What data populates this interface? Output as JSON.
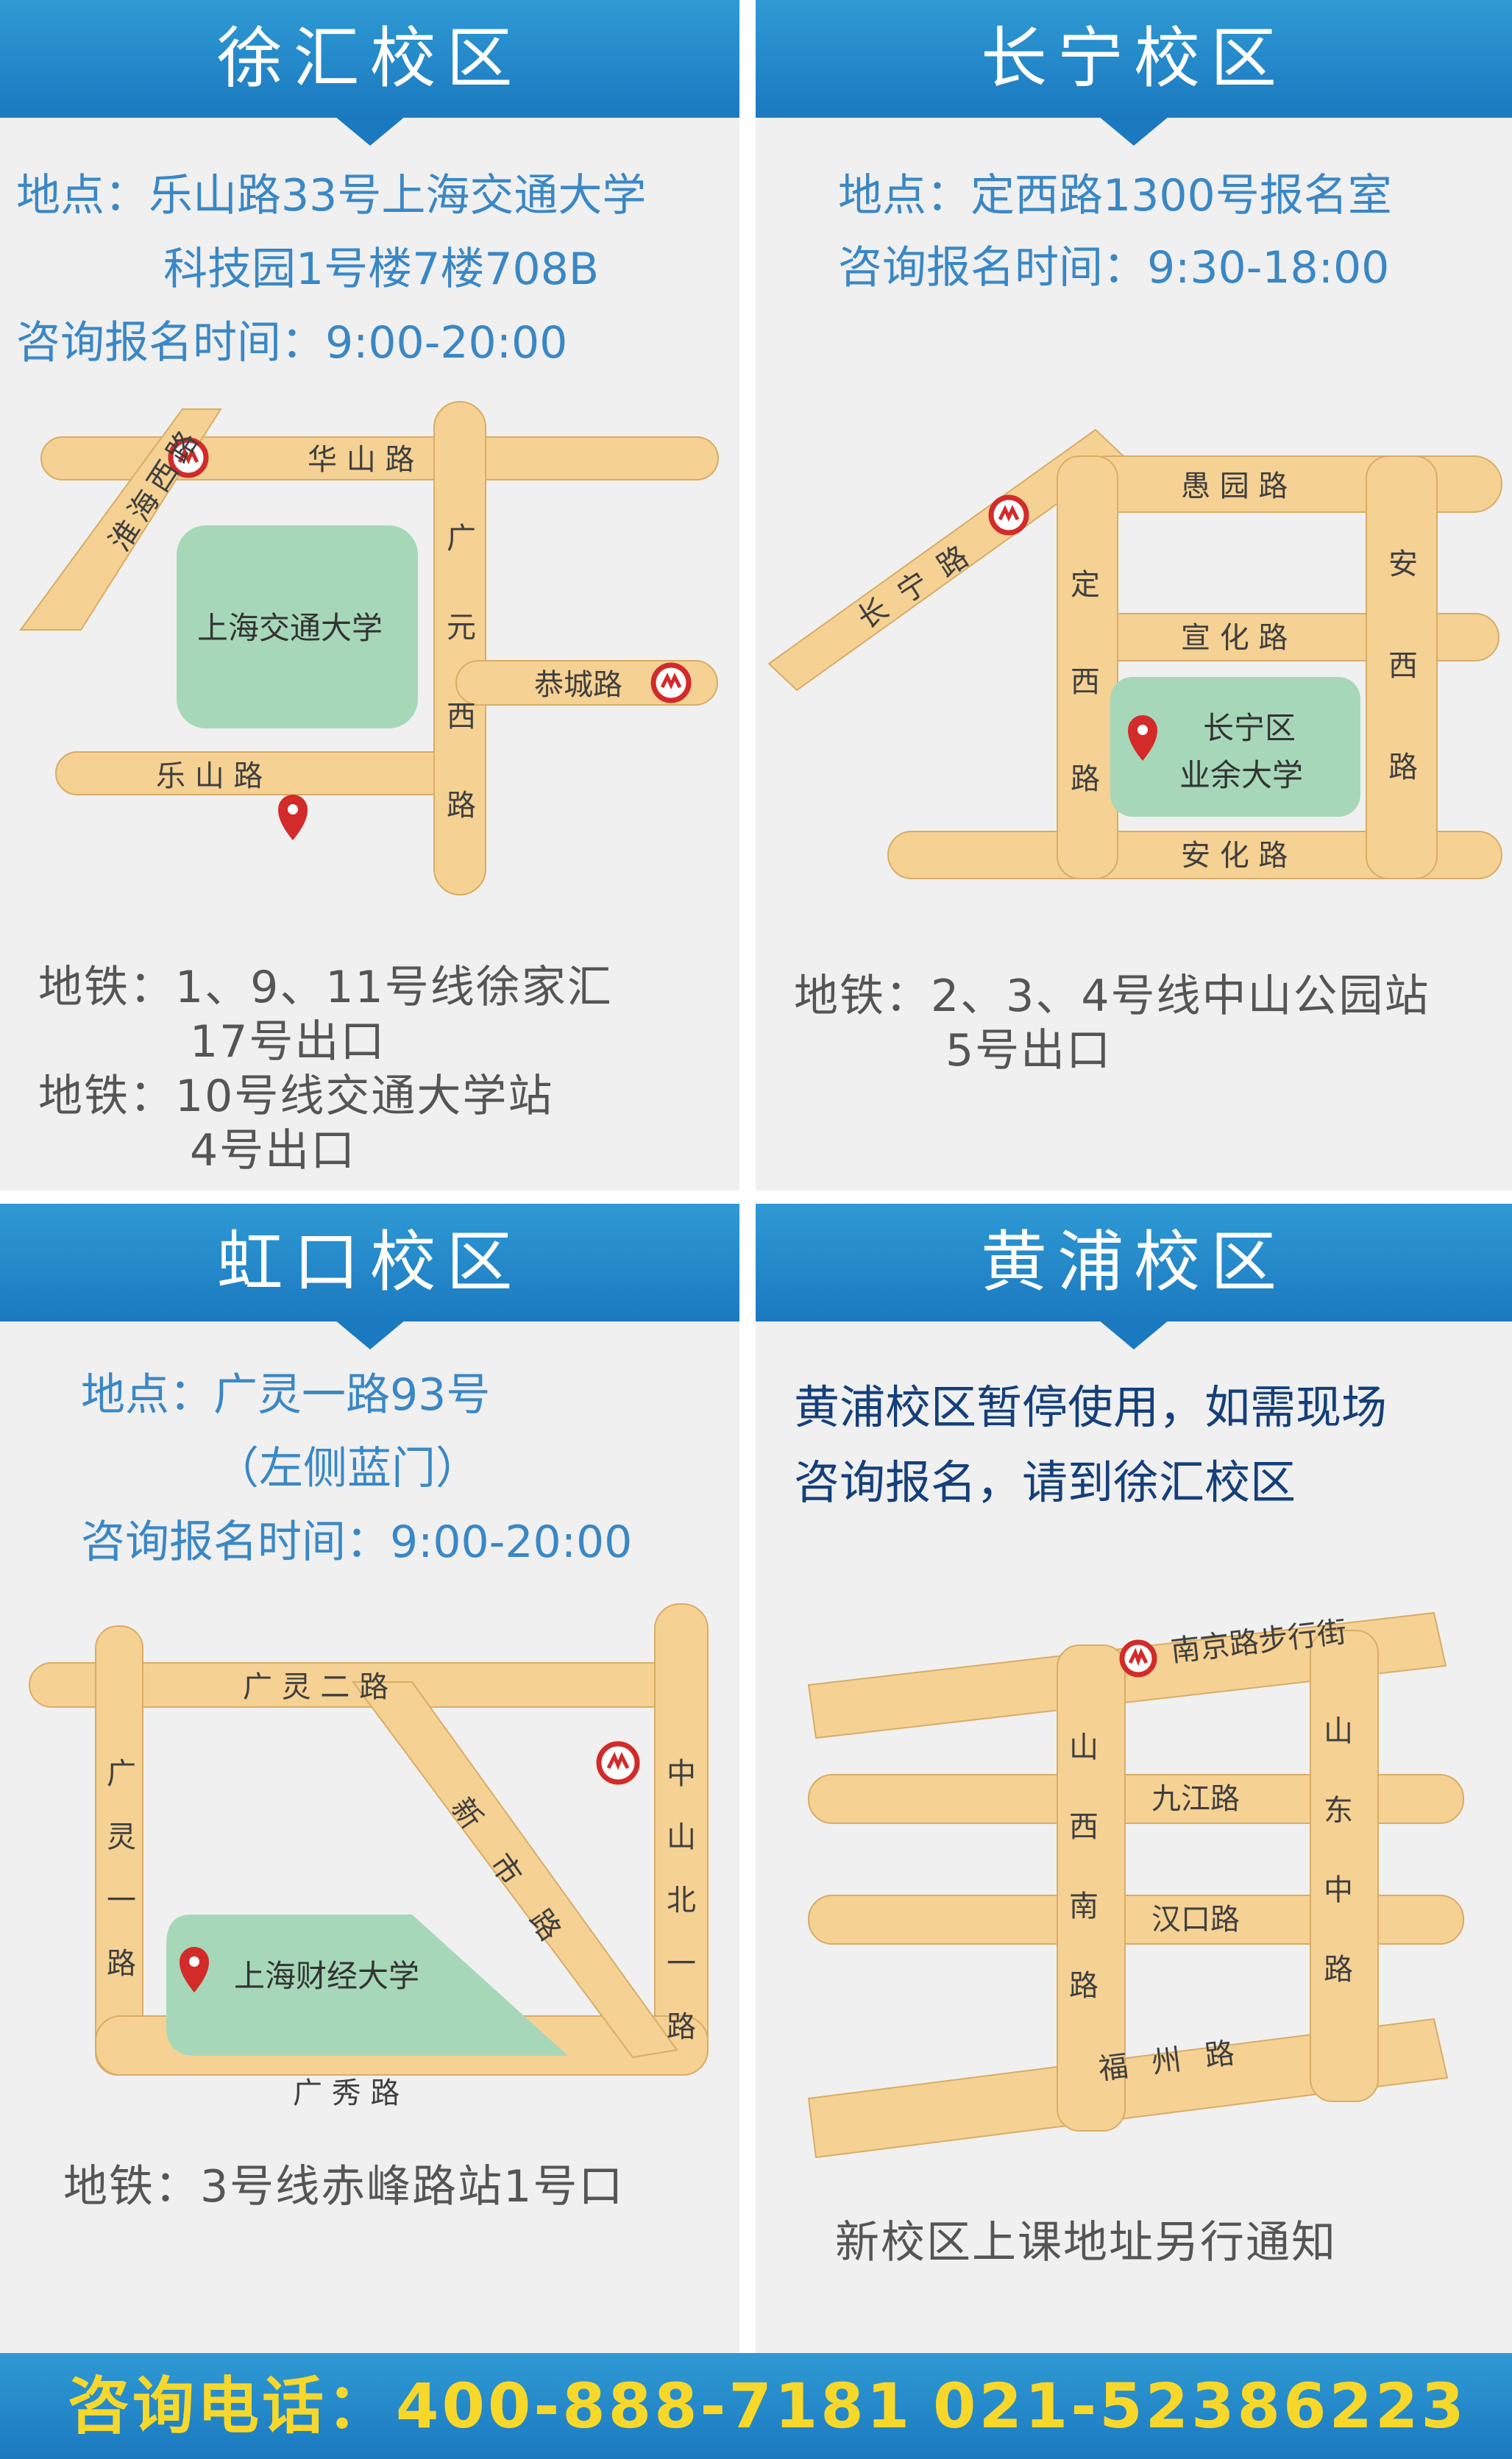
{
  "xuhui": {
    "title": "徐汇校区",
    "addr1": "地点：乐山路33号上海交通大学",
    "addr2": "科技园1号楼7楼708B",
    "hours": "咨询报名时间：9:00-20:00",
    "map": {
      "road_huashan": "华  山  路",
      "road_huaihai": "淮海西路",
      "road_guangyuan": [
        "广",
        "元",
        "西",
        "路"
      ],
      "road_gongcheng": "恭城路",
      "road_leshan": "乐   山   路",
      "building": "上海交通大学"
    },
    "metro1a": "地铁：1、9、11号线徐家汇",
    "metro1b": "17号出口",
    "metro2a": "地铁：10号线交通大学站",
    "metro2b": "4号出口"
  },
  "changning": {
    "title": "长宁校区",
    "addr1": "地点：定西路1300号报名室",
    "hours": "咨询报名时间：9:30-18:00",
    "map": {
      "road_changning": "长 宁 路",
      "road_yuyuan": "愚  园  路",
      "road_xuanhua": "宣  化  路",
      "road_anhua": "安  化  路",
      "road_dingxi": [
        "定",
        "西",
        "路"
      ],
      "road_anxi": [
        "安",
        "西",
        "路"
      ],
      "building1": "长宁区",
      "building2": "业余大学"
    },
    "metro1a": "地铁：2、3、4号线中山公园站",
    "metro1b": "5号出口"
  },
  "hongkou": {
    "title": "虹口校区",
    "addr1": "地点：广灵一路93号",
    "addr2": "（左侧蓝门）",
    "hours": "咨询报名时间：9:00-20:00",
    "map": {
      "road_guangling2": "广    灵    二    路",
      "road_guangling1": [
        "广",
        "灵",
        "一",
        "路"
      ],
      "road_xinshi": "新 市 路",
      "road_zhongshan": [
        "中",
        "山",
        "北",
        "一",
        "路"
      ],
      "road_guangxiu": "广     秀     路",
      "building": "上海财经大学"
    },
    "metro1a": "地铁：3号线赤峰路站1号口"
  },
  "huangpu": {
    "title": "黄浦校区",
    "notice1": "黄浦校区暂停使用，如需现场",
    "notice2": "咨询报名，请到徐汇校区",
    "map": {
      "road_nanjing": "南京路步行街",
      "road_jiujiang": "九江路",
      "road_hankou": "汉口路",
      "road_fuzhou": "福 州 路",
      "road_shanxi": [
        "山",
        "西",
        "南",
        "路"
      ],
      "road_shandong": [
        "山",
        "东",
        "中",
        "路"
      ]
    },
    "note": "新校区上课地址另行通知"
  },
  "footer": {
    "label": "咨询电话：",
    "phone1": "400-888-7181",
    "phone2": "021-52386223"
  },
  "colors": {
    "header_blue": "#1b79c0",
    "road": "#f5d193",
    "building": "#a7d7b9",
    "metro_red": "#d32a2a",
    "phone_yellow": "#f7d82a"
  }
}
